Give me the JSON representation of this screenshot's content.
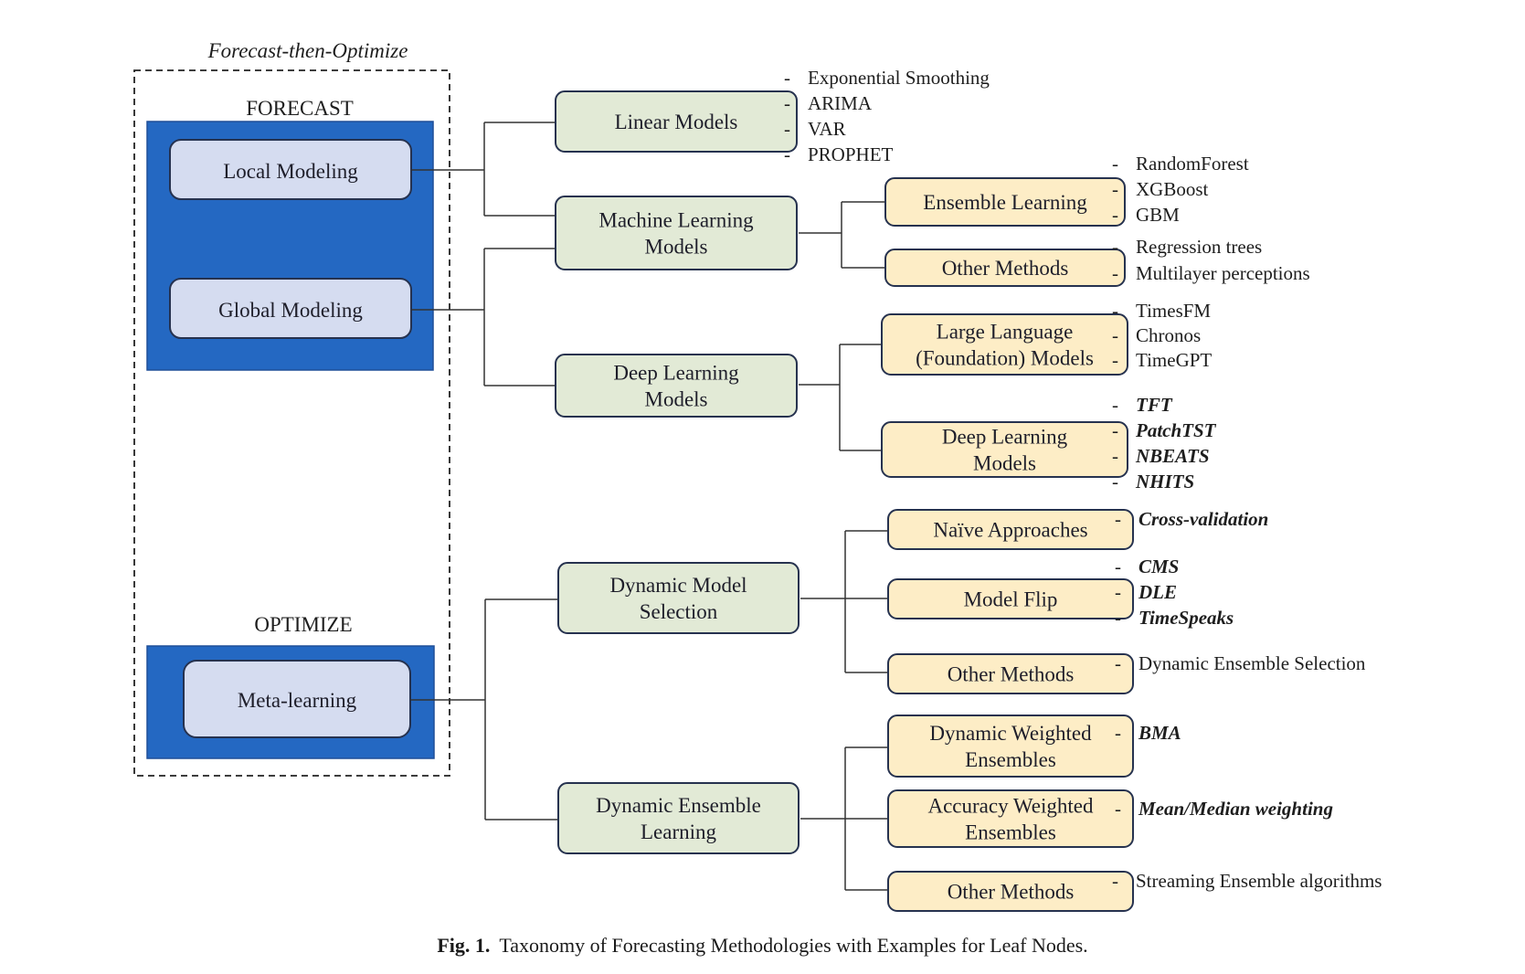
{
  "frame_title": "Forecast-then-Optimize",
  "forecast": {
    "header": "FORECAST",
    "items": [
      "Local Modeling",
      "Global Modeling"
    ]
  },
  "optimize": {
    "header": "OPTIMIZE",
    "items": [
      "Meta-learning"
    ]
  },
  "level1": [
    {
      "lines": [
        "Linear Models"
      ]
    },
    {
      "lines": [
        "Machine Learning",
        "Models"
      ]
    },
    {
      "lines": [
        "Deep Learning",
        "Models"
      ]
    },
    {
      "lines": [
        "Dynamic Model",
        "Selection"
      ]
    },
    {
      "lines": [
        "Dynamic Ensemble",
        "Learning"
      ]
    }
  ],
  "level2": [
    {
      "lines": [
        "Ensemble Learning"
      ]
    },
    {
      "lines": [
        "Other Methods"
      ]
    },
    {
      "lines": [
        "Large Language",
        "(Foundation) Models"
      ]
    },
    {
      "lines": [
        "Deep Learning",
        "Models"
      ]
    },
    {
      "lines": [
        "Naïve Approaches"
      ]
    },
    {
      "lines": [
        "Model Flip"
      ]
    },
    {
      "lines": [
        "Other Methods"
      ]
    },
    {
      "lines": [
        "Dynamic Weighted",
        "Ensembles"
      ]
    },
    {
      "lines": [
        "Accuracy Weighted",
        "Ensembles"
      ]
    },
    {
      "lines": [
        "Other Methods"
      ]
    }
  ],
  "examples": [
    {
      "style": "normal",
      "items": [
        "Exponential Smoothing",
        "ARIMA",
        "VAR",
        "PROPHET"
      ]
    },
    {
      "style": "normal",
      "items": [
        "RandomForest",
        "XGBoost",
        "GBM"
      ]
    },
    {
      "style": "normal",
      "items": [
        "Regression trees",
        "Multilayer perceptions"
      ]
    },
    {
      "style": "normal",
      "items": [
        "TimesFM",
        "Chronos",
        "TimeGPT"
      ]
    },
    {
      "style": "bold-italic",
      "items": [
        "TFT",
        "PatchTST",
        "NBEATS",
        "NHITS"
      ]
    },
    {
      "style": "bold-italic",
      "items": [
        "Cross-validation"
      ]
    },
    {
      "style": "bold-italic",
      "items": [
        "CMS",
        "DLE",
        "TimeSpeaks"
      ]
    },
    {
      "style": "normal",
      "items": [
        "Dynamic Ensemble Selection"
      ]
    },
    {
      "style": "bold-italic",
      "items": [
        "BMA"
      ]
    },
    {
      "style": "bold-italic",
      "items": [
        "Mean/Median weighting"
      ]
    },
    {
      "style": "normal",
      "items": [
        "Streaming Ensemble algorithms"
      ]
    }
  ],
  "caption": {
    "label": "Fig. 1.",
    "text": "Taxonomy of Forecasting Methodologies with Examples for Leaf Nodes."
  },
  "colors": {
    "outer_blue": "#2468c2",
    "inner_lavender": "#d5dcf0",
    "green_fill": "#e2ead6",
    "yellow_fill": "#fdedc6",
    "border": "#26324f",
    "line": "#333333"
  }
}
